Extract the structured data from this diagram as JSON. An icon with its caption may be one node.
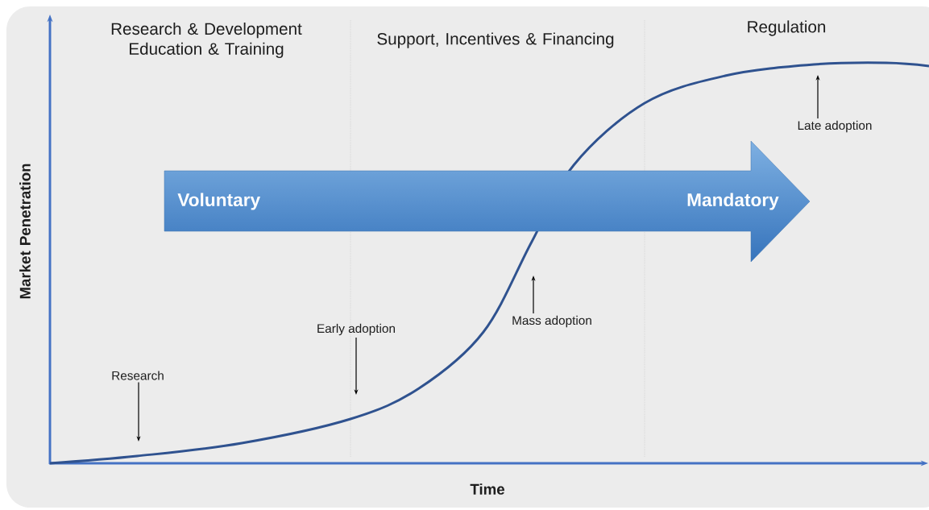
{
  "diagram": {
    "nodes": [
      {
        "text": [
          "Voluntary",
          "Mandatory"
        ]
      },
      {
        "text": [
          "Research"
        ]
      },
      {
        "text": [
          "Early adoption"
        ]
      },
      {
        "text": [
          "Mass adoption"
        ]
      },
      {
        "text": [
          "Late adoption"
        ]
      }
    ],
    "edges": [
      {
        "from": 1,
        "to": null,
        "arrow": "to"
      },
      {
        "from": 2,
        "to": null,
        "arrow": "to"
      },
      {
        "from": 3,
        "to": null,
        "arrow": "to"
      },
      {
        "from": 4,
        "to": null,
        "arrow": "to"
      }
    ],
    "labels": [
      "Research & Development Education & Training",
      "Support, Incentives & Financing",
      "Regulation",
      "Market Penetration",
      "Time"
    ]
  }
}
